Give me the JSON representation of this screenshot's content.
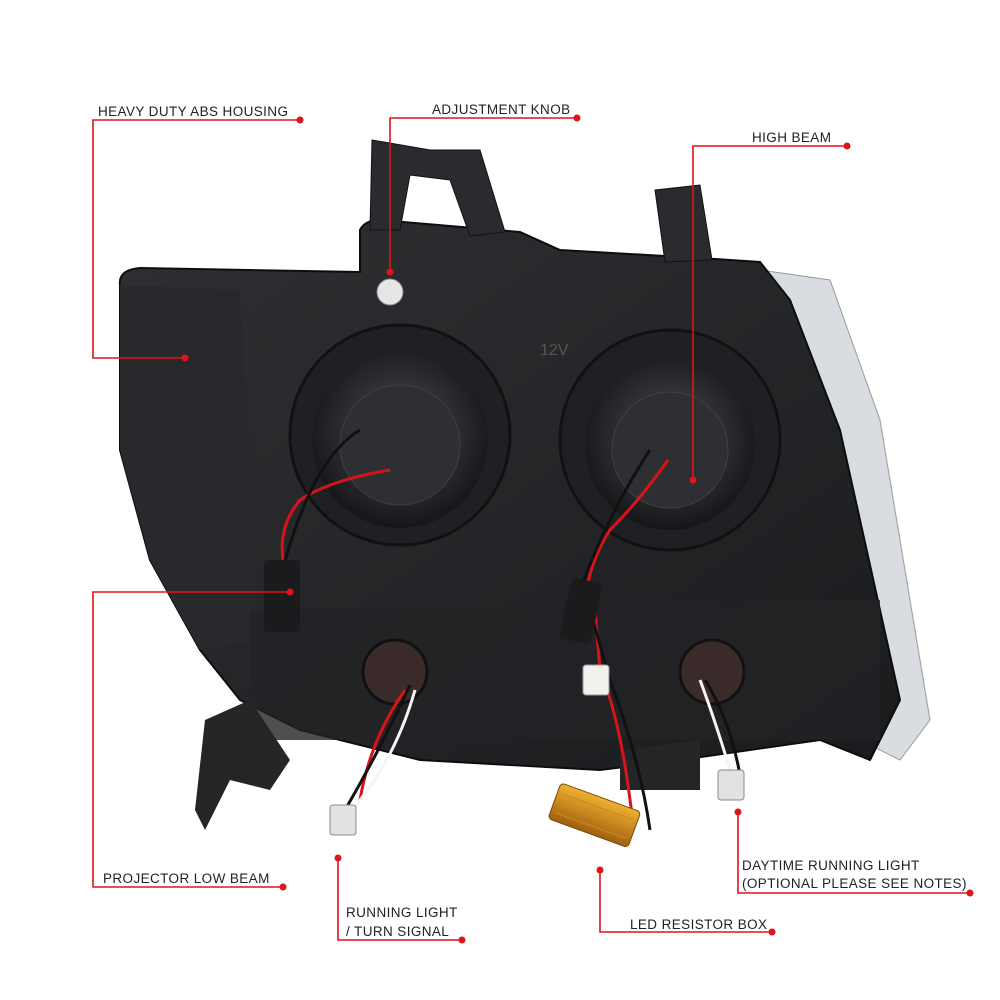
{
  "accent_color": "#e0141b",
  "callouts": {
    "housing": "HEAVY DUTY ABS HOUSING",
    "knob": "ADJUSTMENT KNOB",
    "high_beam": "HIGH  BEAM",
    "low_beam": "PROJECTOR LOW BEAM",
    "running_light_1": "RUNNING LIGHT",
    "running_light_2": "/ TURN SIGNAL",
    "resistor": "LED RESISTOR BOX",
    "drl_1": "DAYTIME RUNNING LIGHT",
    "drl_2": "(OPTIONAL PLEASE SEE NOTES)"
  },
  "product_marking": "12V"
}
